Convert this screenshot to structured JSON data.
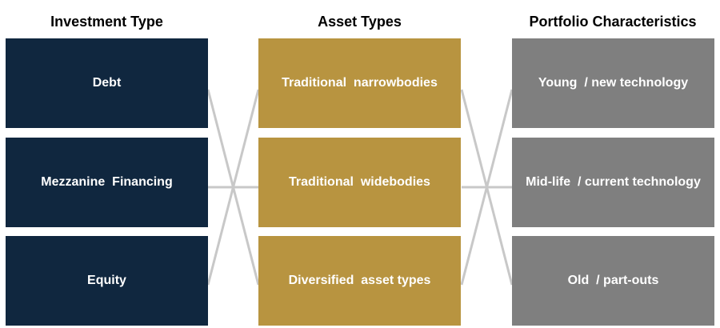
{
  "colors": {
    "investment": "#10273f",
    "asset": "#b89440",
    "portfolio": "#7f7f7f",
    "connector": "#c8c8c8"
  },
  "columns": [
    {
      "header": "Investment Type",
      "items": [
        "Debt",
        "Mezzanine  Financing",
        "Equity"
      ]
    },
    {
      "header": "Asset Types",
      "items": [
        "Traditional  narrowbodies",
        "Traditional  widebodies",
        "Diversified  asset types"
      ]
    },
    {
      "header": "Portfolio Characteristics",
      "items": [
        "Young  / new technology",
        "Mid-life  / current technology",
        "Old  / part-outs"
      ]
    }
  ]
}
